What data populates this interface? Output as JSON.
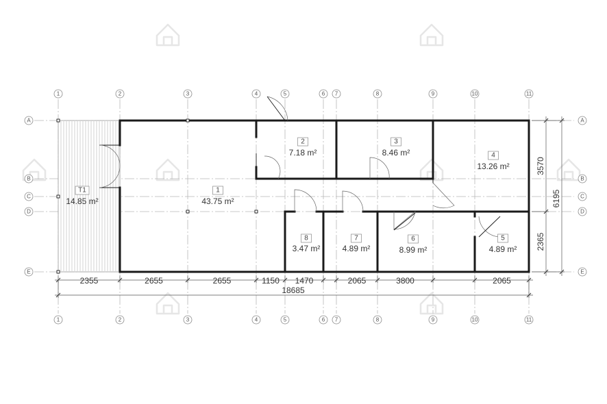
{
  "plan": {
    "grid_columns": [
      "1",
      "2",
      "3",
      "4",
      "5",
      "6",
      "7",
      "8",
      "9",
      "10",
      "11"
    ],
    "grid_rows": [
      "A",
      "B",
      "C",
      "D",
      "E"
    ],
    "rooms": [
      {
        "number": "T1",
        "area": "14.85 m²"
      },
      {
        "number": "1",
        "area": "43.75 m²"
      },
      {
        "number": "2",
        "area": "7.18 m²"
      },
      {
        "number": "3",
        "area": "8.46 m²"
      },
      {
        "number": "4",
        "area": "13.26 m²"
      },
      {
        "number": "5",
        "area": "4.89 m²"
      },
      {
        "number": "6",
        "area": "8.99 m²"
      },
      {
        "number": "7",
        "area": "4.89 m²"
      },
      {
        "number": "8",
        "area": "3.47 m²"
      }
    ],
    "bottom_dimensions": [
      "2355",
      "2655",
      "2655",
      "1150",
      "1470",
      "2065",
      "3800",
      "2065"
    ],
    "overall_width": "18685",
    "right_dimensions": [
      "3570",
      "2365"
    ],
    "overall_depth": "6195"
  }
}
